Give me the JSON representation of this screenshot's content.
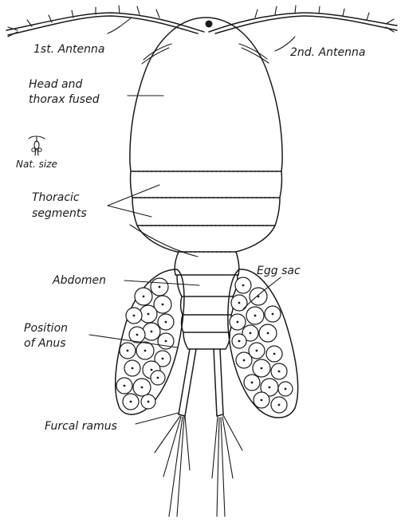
{
  "labels": {
    "antenna_1": "1st. Antenna",
    "antenna_2": "2nd. Antenna",
    "head_thorax_line1": "Head and",
    "head_thorax_line2": "thorax fused",
    "nat_size": "Nat. size",
    "thoracic_line1": "Thoracic",
    "thoracic_line2": "segments",
    "egg_sac": "Egg sac",
    "abdomen": "Abdomen",
    "anus_line1": "Position",
    "anus_line2": "of Anus",
    "furcal_ramus": "Furcal ramus"
  }
}
